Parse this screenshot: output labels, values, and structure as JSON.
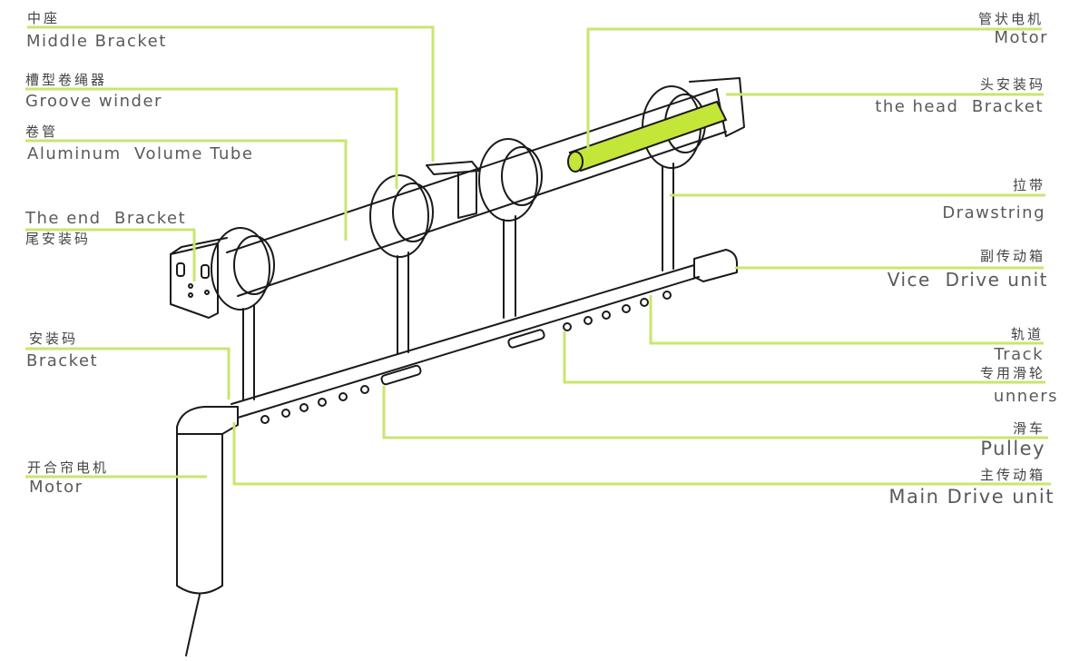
{
  "colors": {
    "leader": "#c8e66e",
    "motor_fill": "#c3e639",
    "ink": "#1a1a1a"
  },
  "labels": {
    "middle_bracket": {
      "zh": "中座",
      "en": "Middle Bracket"
    },
    "groove_winder": {
      "zh": "槽型卷绳器",
      "en": "Groove winder"
    },
    "volume_tube": {
      "zh": "卷管",
      "en": "Aluminum  Volume Tube"
    },
    "end_bracket": {
      "en": "The end  Bracket",
      "zh": "尾安装码"
    },
    "bracket": {
      "zh": "安装码",
      "en": "Bracket"
    },
    "curtain_motor": {
      "zh": "开合帘电机",
      "en": "Motor"
    },
    "tube_motor": {
      "zh": "管状电机",
      "en": "Motor"
    },
    "head_bracket": {
      "zh": "头安装码",
      "en": "the head  Bracket"
    },
    "drawstring": {
      "zh": "拉带",
      "en": "Drawstring"
    },
    "vice_drive": {
      "zh": "副传动箱",
      "en": "Vice  Drive unit"
    },
    "track": {
      "zh": "轨道",
      "en": "Track"
    },
    "runners": {
      "zh": "专用滑轮",
      "en": "unners"
    },
    "pulley": {
      "zh": "滑车",
      "en": "Pulley"
    },
    "main_drive": {
      "zh": "主传动箱",
      "en": "Main Drive unit"
    }
  }
}
